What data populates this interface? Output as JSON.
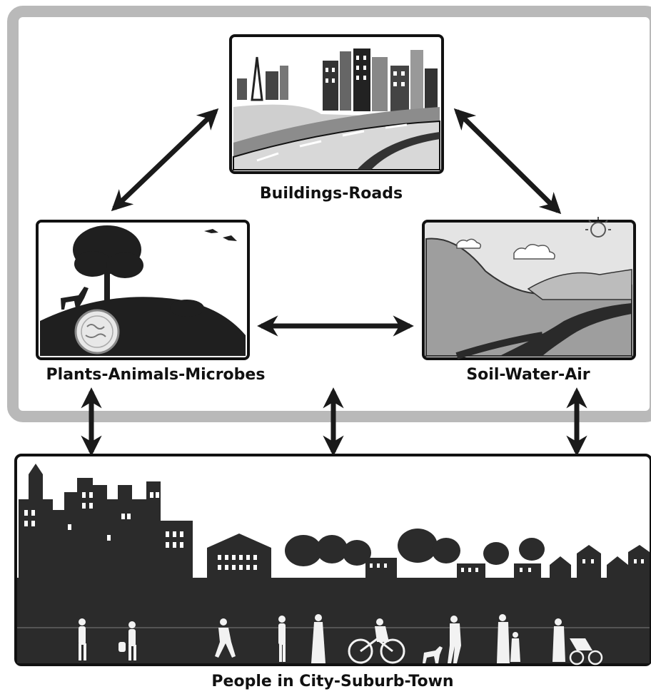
{
  "labels": {
    "buildings": "Buildings-Roads",
    "plants": "Plants-Animals-Microbes",
    "soil": "Soil-Water-Air",
    "people": "People in City-Suburb-Town"
  },
  "colors": {
    "frame": "#b9b9b9",
    "ink": "#1a1a1a",
    "dark_fill": "#2b2b2b",
    "mid_gray": "#9a9a9a",
    "light_gray": "#d9d9d9"
  },
  "connections": [
    {
      "from": "Buildings-Roads",
      "to": "Plants-Animals-Microbes",
      "direction": "both"
    },
    {
      "from": "Buildings-Roads",
      "to": "Soil-Water-Air",
      "direction": "both"
    },
    {
      "from": "Plants-Animals-Microbes",
      "to": "Soil-Water-Air",
      "direction": "both"
    },
    {
      "from": "Plants-Animals-Microbes",
      "to": "People in City-Suburb-Town",
      "direction": "both"
    },
    {
      "from": "Soil-Water-Air",
      "to": "People in City-Suburb-Town",
      "direction": "both"
    },
    {
      "from": "Buildings-Roads",
      "to": "People in City-Suburb-Town",
      "direction": "both"
    }
  ],
  "icons": {
    "buildings_panel": "city-road-icon",
    "plants_panel": "tree-deer-icon",
    "soil_panel": "mountain-river-icon",
    "people_panel": "city-skyline-people-icon"
  }
}
